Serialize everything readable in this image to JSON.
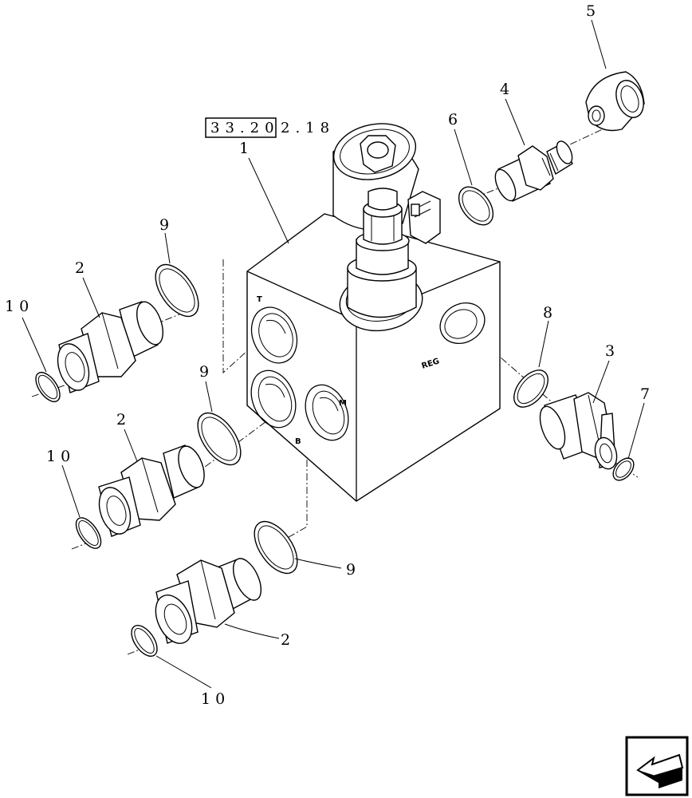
{
  "reference": {
    "boxed": "33.20",
    "suffix": "2.18"
  },
  "callouts": {
    "c1": "1",
    "c2a": "2",
    "c2b": "2",
    "c2c": "2",
    "c3": "3",
    "c4": "4",
    "c5": "5",
    "c6": "6",
    "c7": "7",
    "c8": "8",
    "c9a": "9",
    "c9b": "9",
    "c9c": "9",
    "c10a": "10",
    "c10b": "10",
    "c10c": "10"
  },
  "ports": {
    "t": "T",
    "m": "M",
    "b": "B",
    "reg": "REG"
  },
  "nav": {
    "icon": "previous-page-arrow-icon"
  }
}
